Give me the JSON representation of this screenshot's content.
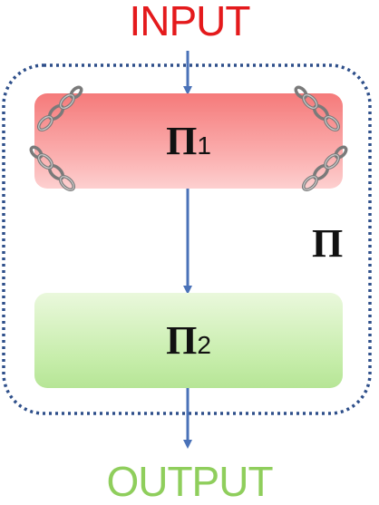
{
  "input_label": "INPUT",
  "output_label": "OUTPUT",
  "outer_program": {
    "name": "Π"
  },
  "inner_programs": [
    {
      "name": "Π",
      "subscript": "1"
    },
    {
      "name": "Π",
      "subscript": "2"
    }
  ],
  "colors": {
    "input_text": "#e41a1c",
    "output_text": "#8fce5c",
    "arrow": "#4a72b8",
    "dotted_border": "#2e4f8a",
    "pi1_fill": "#f8a0a0",
    "pi2_fill": "#cdefb4",
    "chain": "#8c8c8c"
  },
  "icons": {
    "chain": "chain-link-icon"
  }
}
